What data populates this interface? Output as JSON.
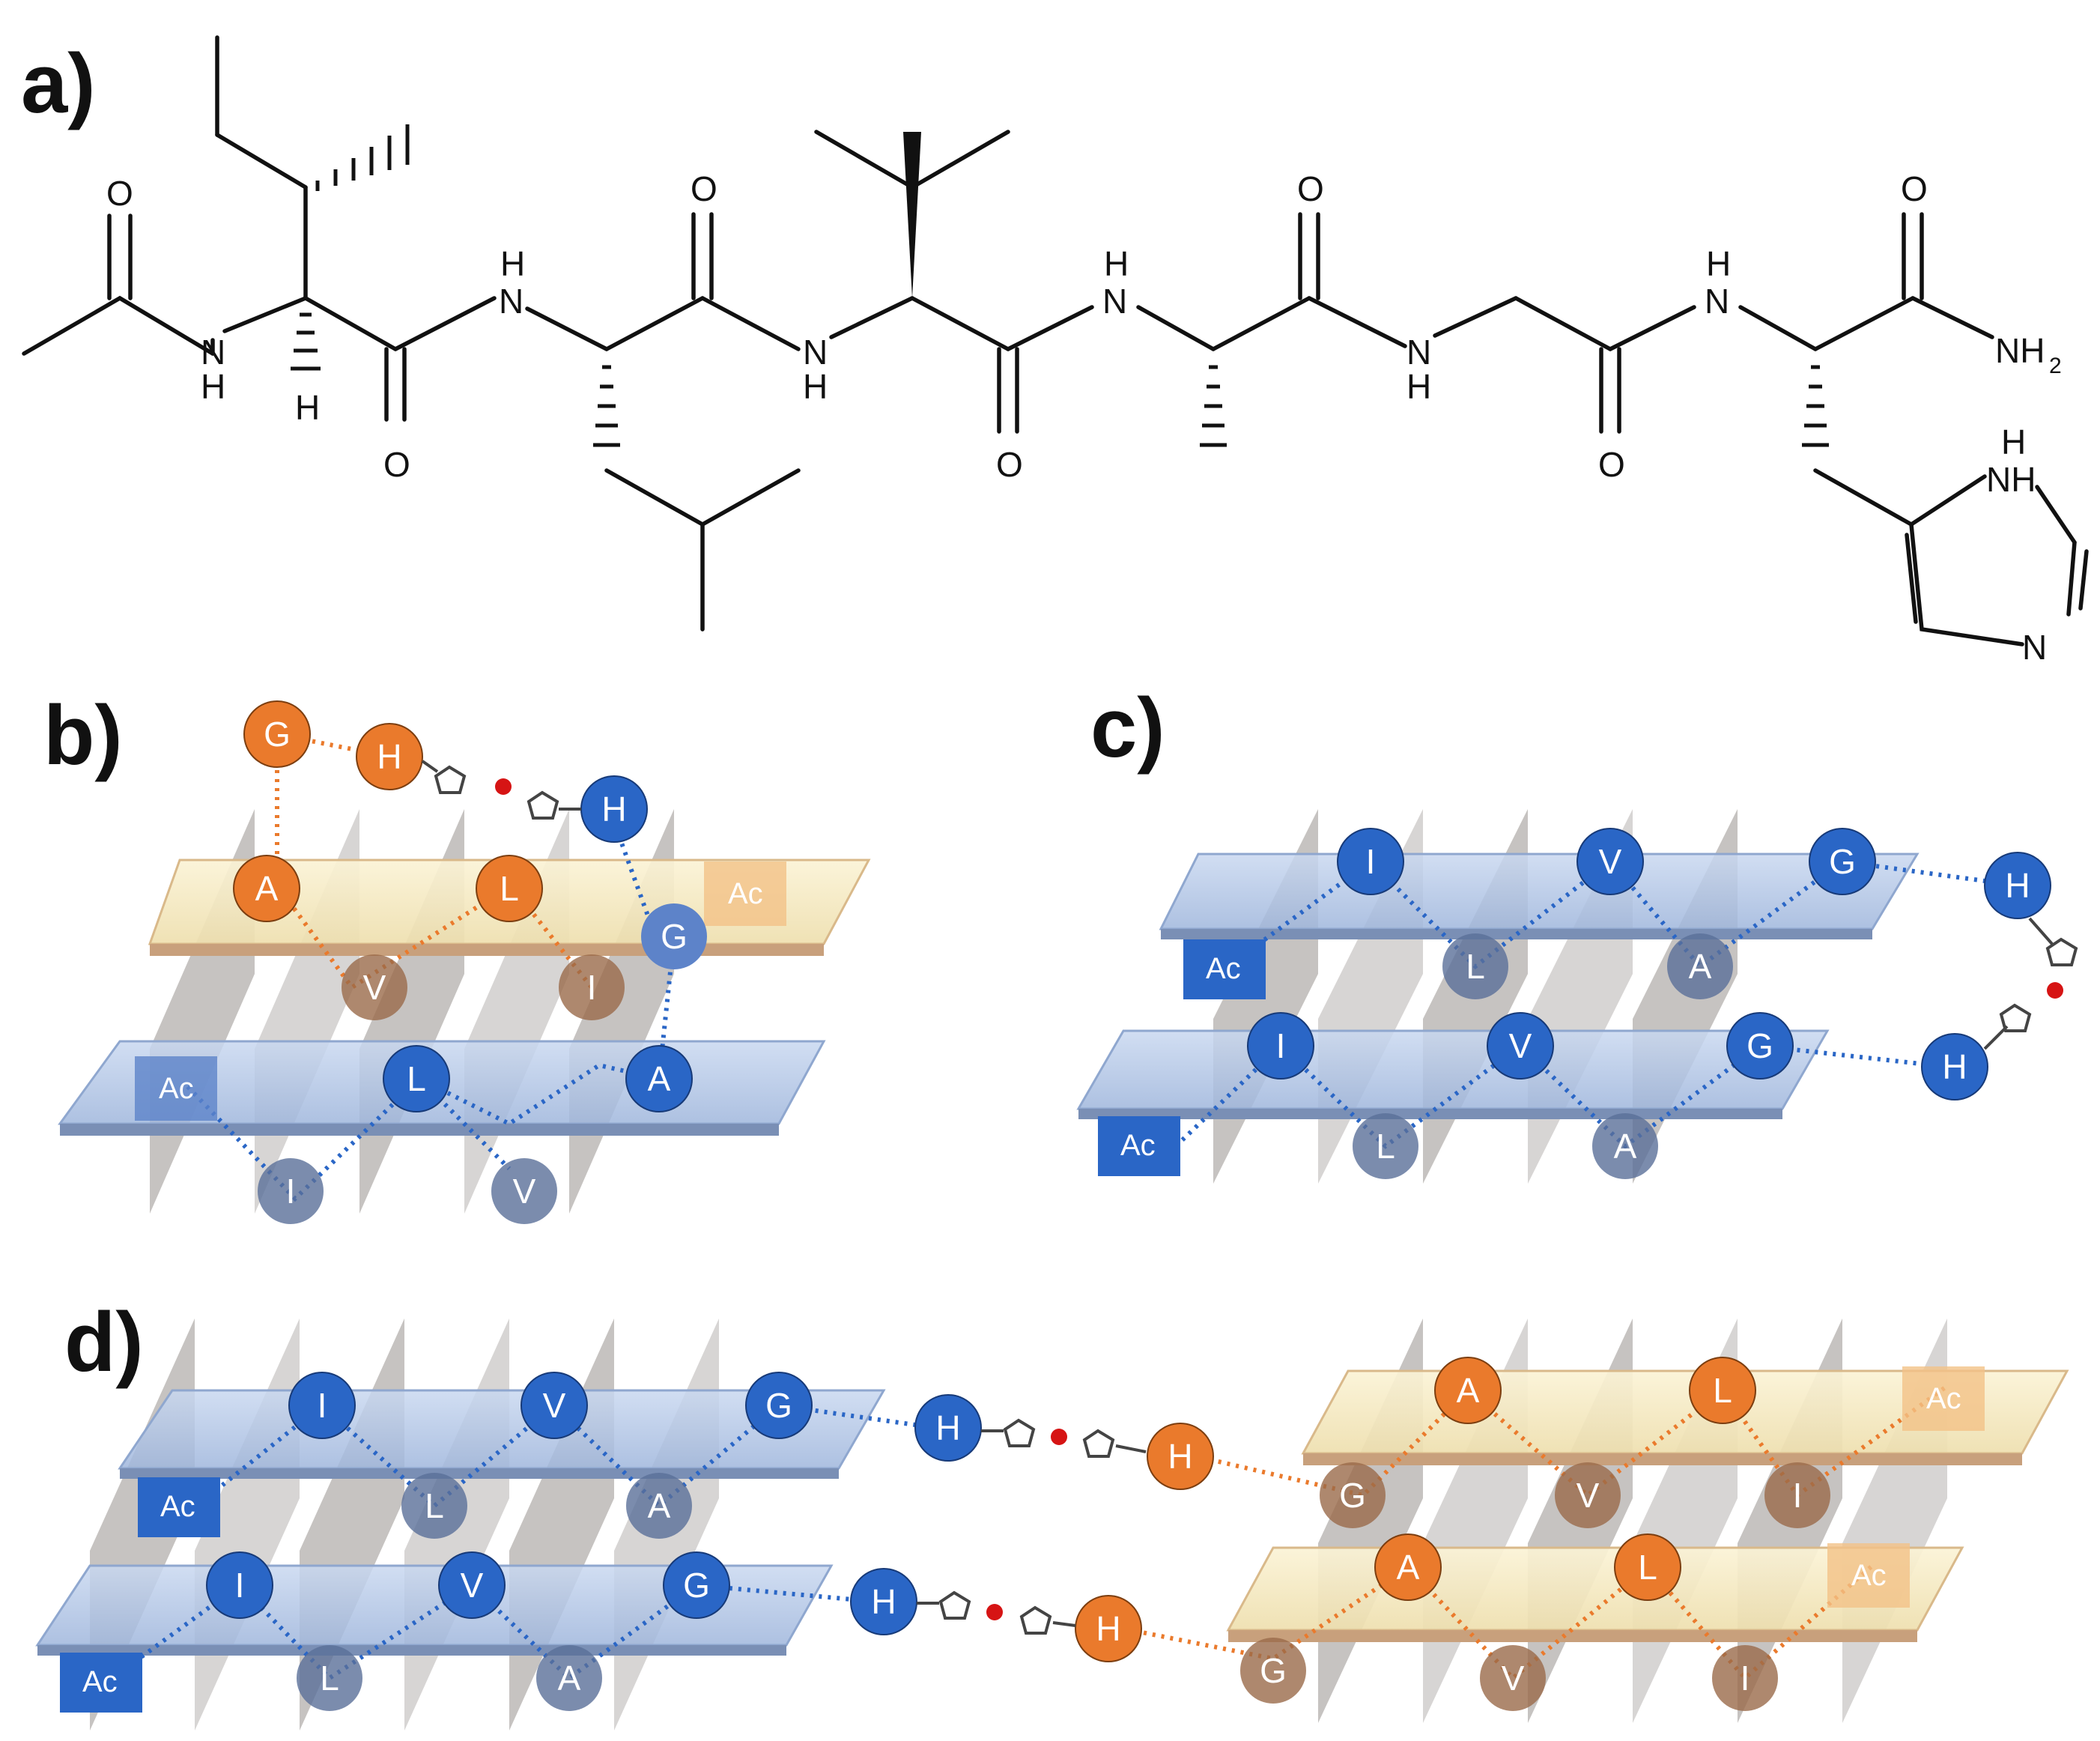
{
  "panels": {
    "a": "a)",
    "b": "b)",
    "c": "c)",
    "d": "d)"
  },
  "atoms": {
    "O": "O",
    "N": "N",
    "H": "H",
    "NH": "NH",
    "NH2": "NH",
    "sub2": "2"
  },
  "colors": {
    "blue": "#2a66c6",
    "orange": "#ea7a2c",
    "blue_sheet": "#b7cae8",
    "yellow_sheet": "#f6ebc6",
    "grey_fold": "#8d8783",
    "heme_red": "#d61414"
  },
  "panel_b": {
    "upper_sheet": {
      "color": "orange",
      "residues": [
        "A",
        "L",
        "V",
        "I"
      ],
      "cap": "Ac"
    },
    "loop": [
      "G",
      "H"
    ],
    "lower_sheet": {
      "color": "blue",
      "residues": [
        "L",
        "A",
        "I",
        "V"
      ],
      "cap": "Ac"
    },
    "partner": "H",
    "turn_residue": "G"
  },
  "panel_c": {
    "upper_sheet": {
      "color": "blue",
      "residues": [
        "I",
        "V",
        "G",
        "L",
        "A"
      ],
      "cap": "Ac",
      "end": "H"
    },
    "lower_sheet": {
      "color": "blue",
      "residues": [
        "I",
        "V",
        "G",
        "L",
        "A"
      ],
      "cap": "Ac",
      "end": "H"
    }
  },
  "panel_d": {
    "left": {
      "upper_sheet": {
        "residues": [
          "I",
          "V",
          "G",
          "L",
          "A"
        ],
        "cap": "Ac",
        "end": "H"
      },
      "lower_sheet": {
        "residues": [
          "I",
          "V",
          "G",
          "L",
          "A"
        ],
        "cap": "Ac",
        "end": "H"
      }
    },
    "right": {
      "upper_sheet": {
        "residues": [
          "A",
          "L",
          "G",
          "V",
          "I"
        ],
        "cap": "Ac",
        "end": "H"
      },
      "lower_sheet": {
        "residues": [
          "A",
          "L",
          "G",
          "V",
          "I"
        ],
        "cap": "Ac",
        "end": "H"
      }
    }
  }
}
